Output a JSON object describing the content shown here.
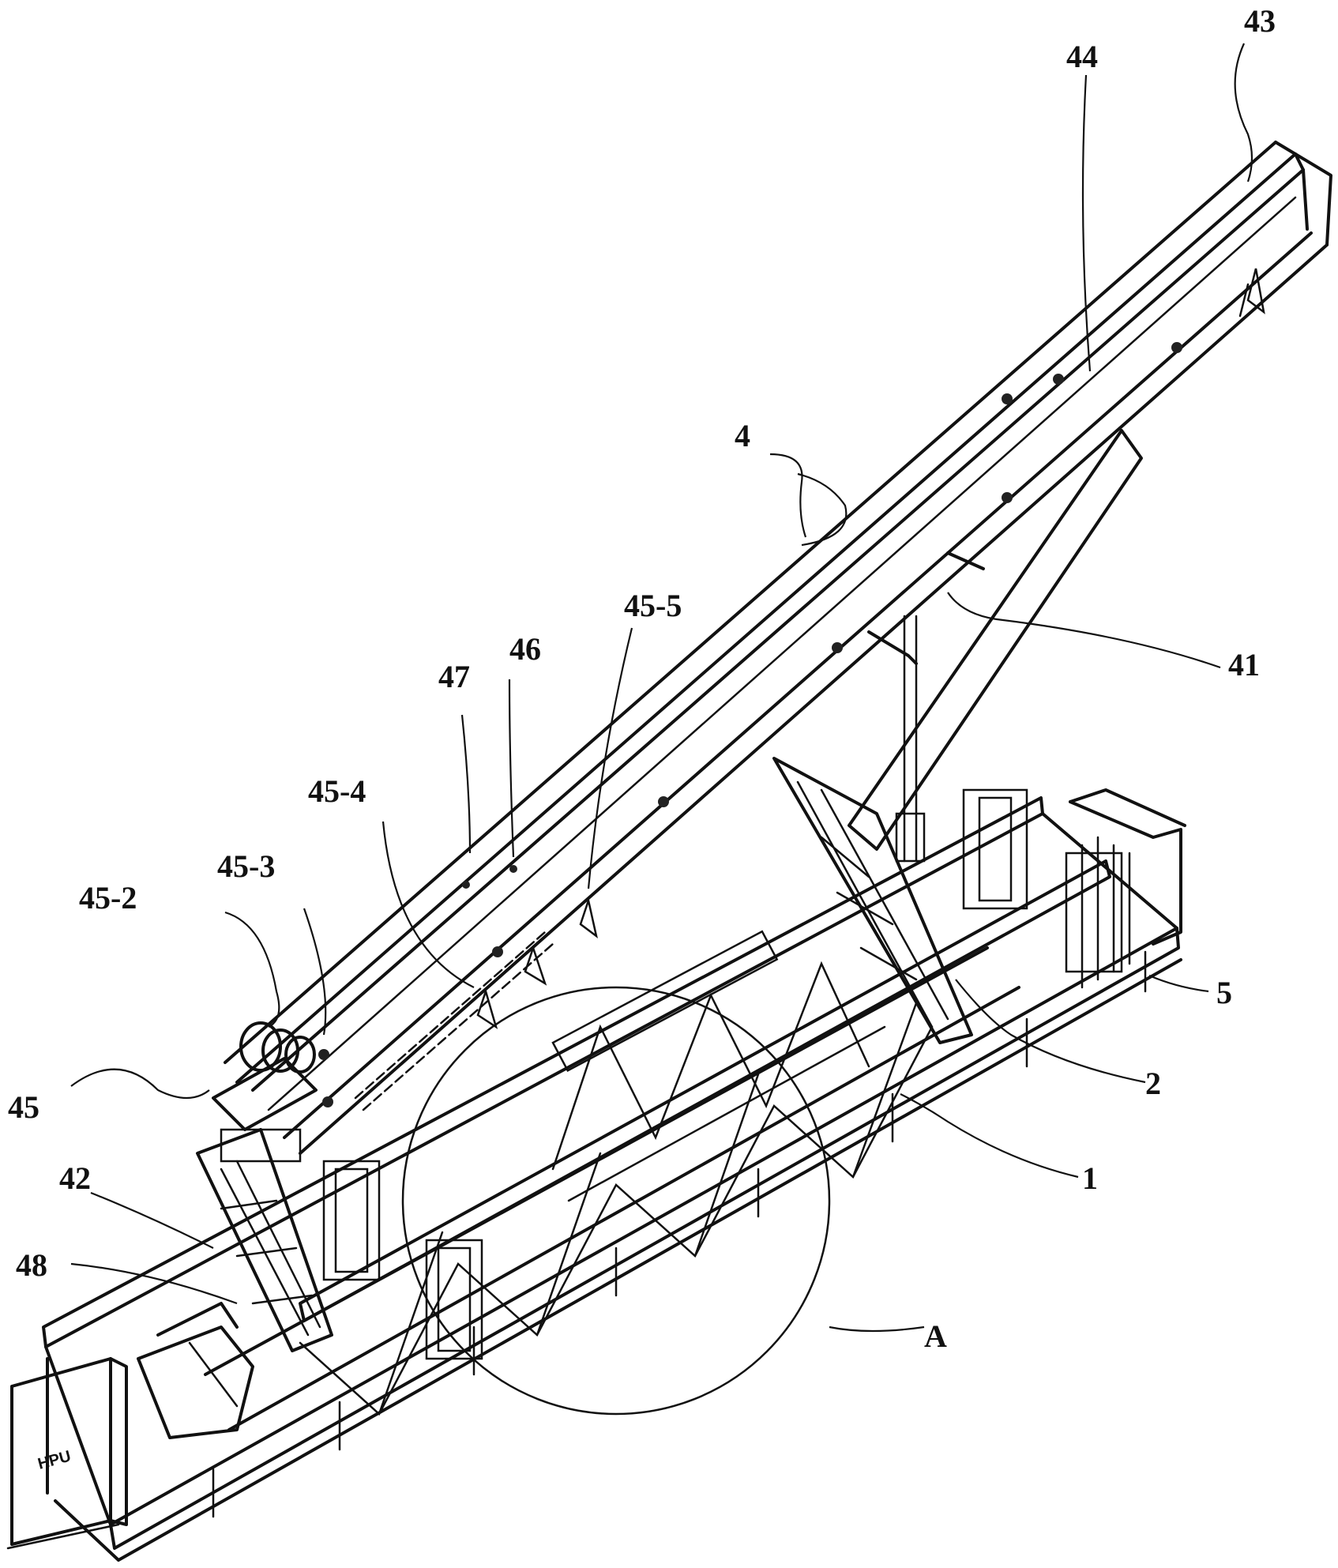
{
  "labels": [
    {
      "id": "43",
      "text": "43"
    },
    {
      "id": "44",
      "text": "44"
    },
    {
      "id": "4",
      "text": "4"
    },
    {
      "id": "45-5",
      "text": "45-5"
    },
    {
      "id": "46",
      "text": "46"
    },
    {
      "id": "47",
      "text": "47"
    },
    {
      "id": "41",
      "text": "41"
    },
    {
      "id": "45-4",
      "text": "45-4"
    },
    {
      "id": "45-3",
      "text": "45-3"
    },
    {
      "id": "45-2",
      "text": "45-2"
    },
    {
      "id": "45",
      "text": "45"
    },
    {
      "id": "5",
      "text": "5"
    },
    {
      "id": "2",
      "text": "2"
    },
    {
      "id": "1",
      "text": "1"
    },
    {
      "id": "42",
      "text": "42"
    },
    {
      "id": "48",
      "text": "48"
    },
    {
      "id": "A",
      "text": "A"
    }
  ],
  "box_text": "HPU"
}
